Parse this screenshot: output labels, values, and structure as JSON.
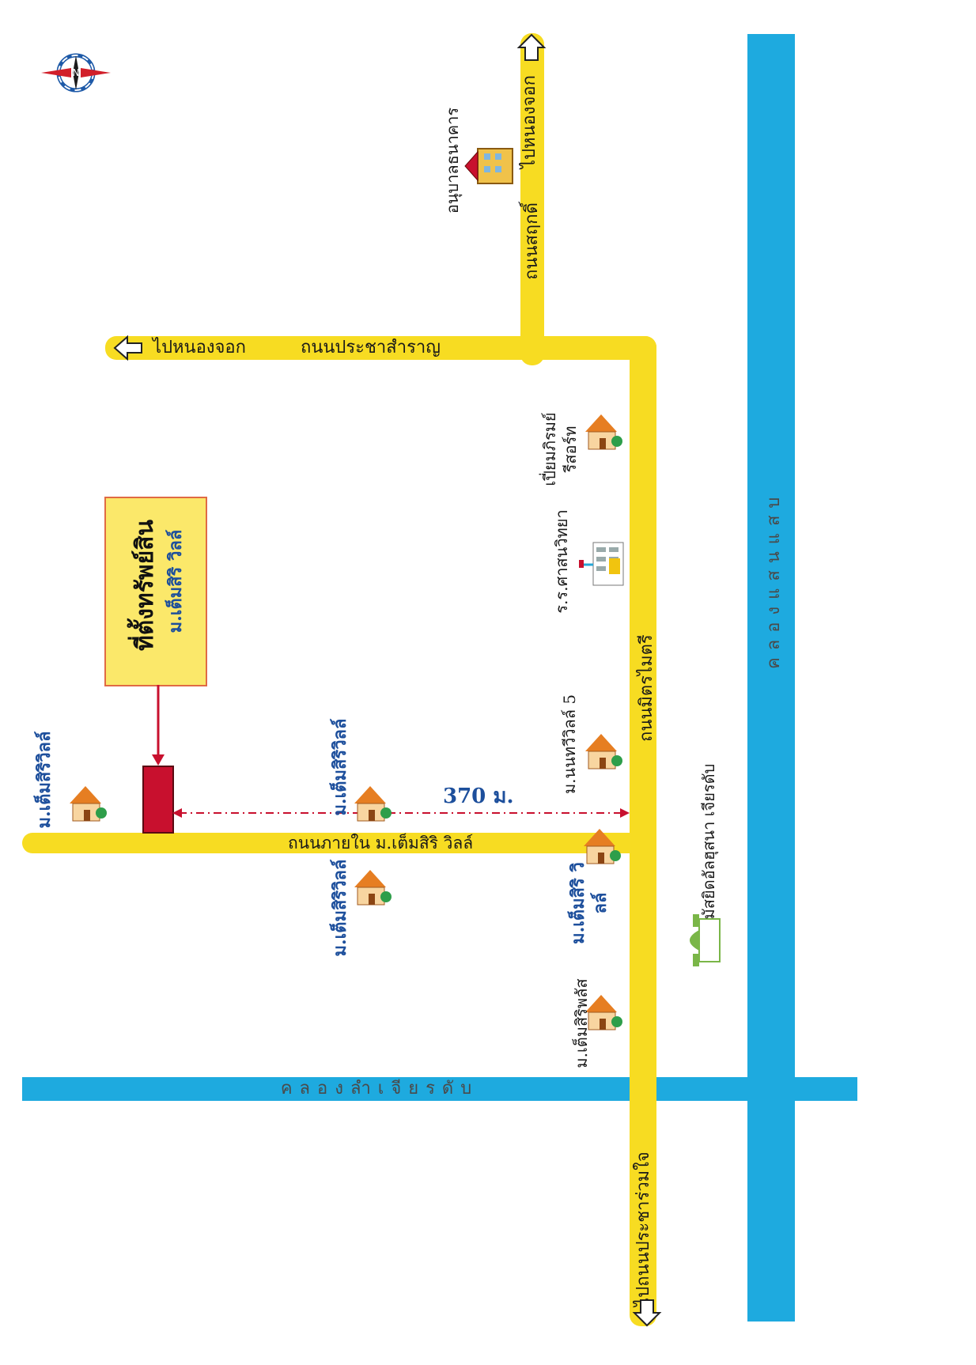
{
  "map": {
    "compass": {
      "label": "N",
      "icon": "compass-icon"
    },
    "property_box": {
      "title": "ที่ตั้งทรัพย์สิน",
      "subtitle": "ม.เต็มสิริ วิลล์"
    },
    "distance": {
      "label": "370 ม.",
      "value_m": 370
    },
    "roads": {
      "satukit": "ถนนสฤกดิ์",
      "prachasamran": "ถนนประชาสำราญ",
      "mitmaitri": "ถนนมิตรไมตรี",
      "inner": "ถนนภายใน ม.เต็มสิริ วิลล์"
    },
    "directions": {
      "top_right": "ไปหนองจอก",
      "top_left": "ไปหนองจอก",
      "bottom": "ไปถนนประชาร่วมใจ"
    },
    "canals": {
      "saen_saep": "คลองแสนแสบ",
      "lam_chiak": "คลองลำเจียรดับ"
    },
    "landmarks": {
      "hospital": "อนุบาลธนาคาร",
      "resort": "เปี่ยมภิรมย์ รีสอร์ท",
      "school": "ร.ร.ศาสนวิทยา",
      "mosque": "มัสยิดอัลฮุสนา เจียรดับ",
      "village_nanthawilla": "ม.นนทวีวิลล์ 5",
      "village_temsiri_main": "ม.เต็มสิริ วิลล์",
      "village_temsiri_top": "ม.เต็มสิริวิลล์",
      "village_temsiri_mid_upper": "ม.เต็มสิริวิลล์",
      "village_temsiri_mid_lower": "ม.เต็มสิริวิลล์",
      "village_temsiri_plus": "ม.เต็มสิริพลัส"
    },
    "colors": {
      "road": "#f7dc22",
      "canal": "#1eaadf",
      "property_marker": "#c8102e",
      "property_box_fill": "#fbe86a",
      "label_blue": "#1d4f9c"
    }
  }
}
